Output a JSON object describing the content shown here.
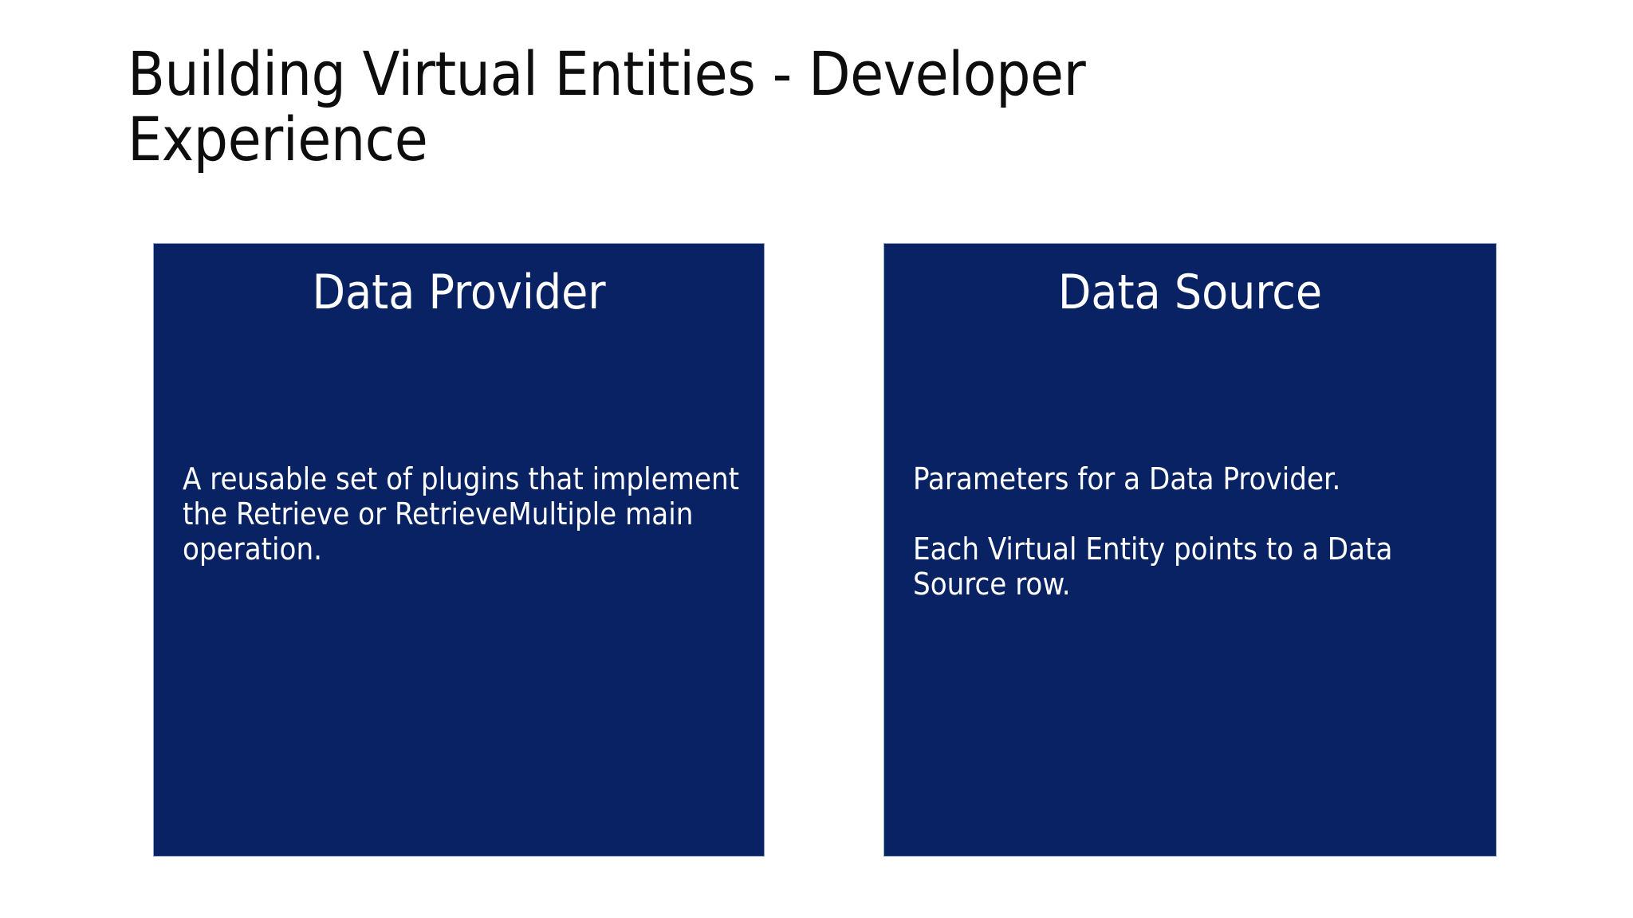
{
  "slide": {
    "background_color": "#ffffff",
    "title": "Building Virtual Entities - Developer Experience",
    "title_color": "#0d0d0d"
  },
  "cards": {
    "accent_color": "#082264",
    "text_color": "#ffffff",
    "border_color": "#8fa3c8",
    "data_provider": {
      "title": "Data Provider",
      "paragraphs": [
        "A reusable set of plugins that implement the Retrieve or RetrieveMultiple main operation."
      ],
      "body_line_1": "A reusable set of plugins that implement the Retrieve or RetrieveMultiple main operation."
    },
    "data_source": {
      "title": "Data Source",
      "paragraphs": [
        "Parameters for a Data Provider.",
        "Each Virtual Entity points to a Data Source row."
      ],
      "body_line_1": "Parameters for a Data Provider.",
      "body_line_2": "Each Virtual Entity points to a Data Source row."
    }
  }
}
